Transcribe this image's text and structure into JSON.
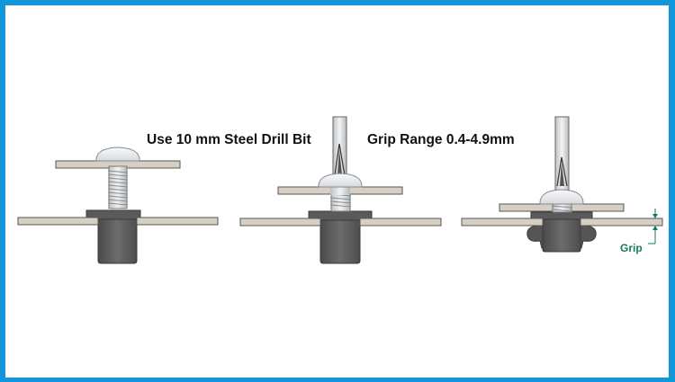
{
  "diagram": {
    "type": "rivet-nut-installation-steps",
    "labels": {
      "drill": "Use 10 mm Steel Drill Bit",
      "grip_range": "Grip Range 0.4-4.9mm",
      "grip": "Grip"
    },
    "steps": [
      {
        "id": 1,
        "description": "Screw positioned above plate; rivet nut inserted in drilled hole"
      },
      {
        "id": 2,
        "description": "Screwdriver drives screw into rivet nut"
      },
      {
        "id": 3,
        "description": "Rivet nut collapses, clamping plates; grip dimension shown"
      }
    ],
    "colors": {
      "border": "#1296d9",
      "plate": "#d6d0c4",
      "plate_edge": "#555555",
      "rivet_nut": "#5f5f5f",
      "screw": "#e8ebee",
      "grip_annotation": "#1a7a5c"
    }
  }
}
